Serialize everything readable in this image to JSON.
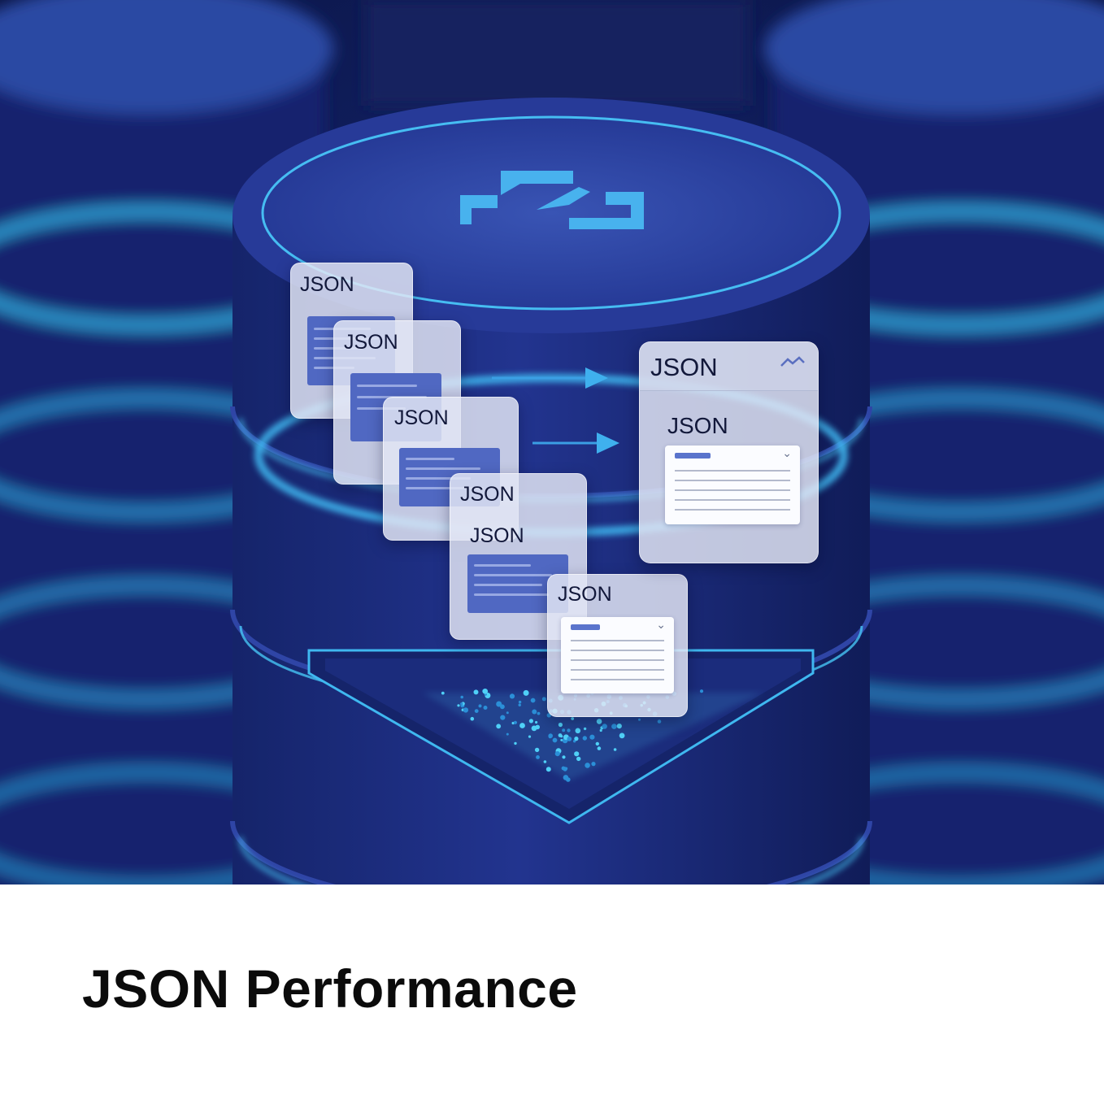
{
  "hero": {
    "cards": [
      {
        "label": "JSON"
      },
      {
        "label": "JSON"
      },
      {
        "label": "JSON"
      },
      {
        "label": "JSON"
      },
      {
        "label": "JSON"
      },
      {
        "label": "JSON"
      }
    ],
    "result_panel": {
      "header_label": "JSON",
      "inner_label": "JSON"
    },
    "colors": {
      "background": "#0f1d5a",
      "glow": "#3fb8f0",
      "cylinder": "#1d2f86"
    }
  },
  "caption": {
    "title": "JSON Performance"
  }
}
